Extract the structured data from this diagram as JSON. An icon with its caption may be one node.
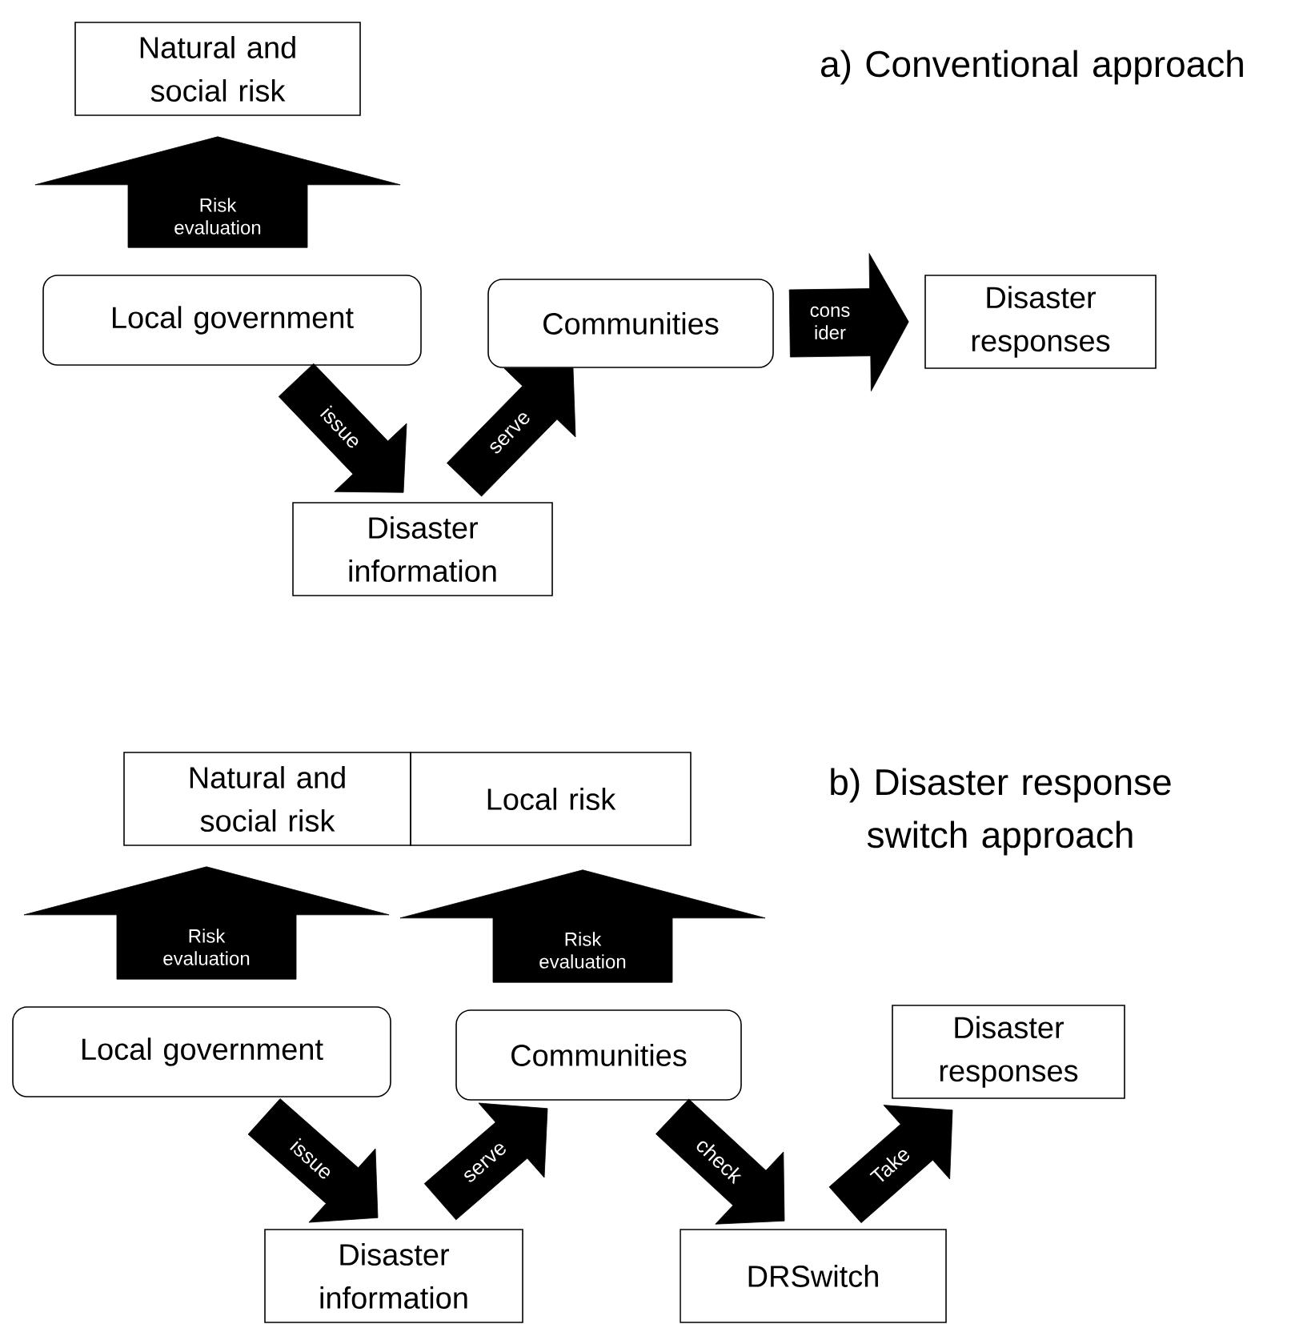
{
  "diagram": {
    "nodes": [
      {
        "text": [
          "Natural and social risk"
        ]
      },
      {
        "text": [
          "Local government"
        ]
      },
      {
        "text": [
          "Communities"
        ]
      },
      {
        "text": [
          "Disaster responses"
        ]
      },
      {
        "text": [
          "Disaster information"
        ]
      },
      {
        "text": [
          "Natural and social risk"
        ]
      },
      {
        "text": [
          "Local risk"
        ]
      },
      {
        "text": [
          "Local government"
        ]
      },
      {
        "text": [
          "Communities"
        ]
      },
      {
        "text": [
          "Disaster responses"
        ]
      },
      {
        "text": [
          "Disaster information"
        ]
      },
      {
        "text": [
          "DRSwitch"
        ]
      }
    ],
    "edges": [
      {
        "from": 1,
        "to": 0,
        "arrow": "to",
        "label": "Risk evaluation",
        "style": "thick"
      },
      {
        "from": 1,
        "to": 4,
        "arrow": "to",
        "label": "issue"
      },
      {
        "from": 4,
        "to": 2,
        "arrow": "to",
        "label": "serve"
      },
      {
        "from": 2,
        "to": 3,
        "arrow": "to",
        "label": "cons ider"
      },
      {
        "from": 7,
        "to": 5,
        "arrow": "to",
        "label": "Risk evaluation",
        "style": "thick"
      },
      {
        "from": 8,
        "to": 6,
        "arrow": "to",
        "label": "Risk evaluation",
        "style": "thick"
      },
      {
        "from": 7,
        "to": 10,
        "arrow": "to",
        "label": "issue"
      },
      {
        "from": 10,
        "to": 8,
        "arrow": "to",
        "label": "serve"
      },
      {
        "from": 8,
        "to": 11,
        "arrow": "to",
        "label": "check"
      },
      {
        "from": 11,
        "to": 9,
        "arrow": "to",
        "label": "Take"
      }
    ],
    "labels": [
      "a) Conventional approach",
      "b) Disaster response switch approach"
    ]
  }
}
